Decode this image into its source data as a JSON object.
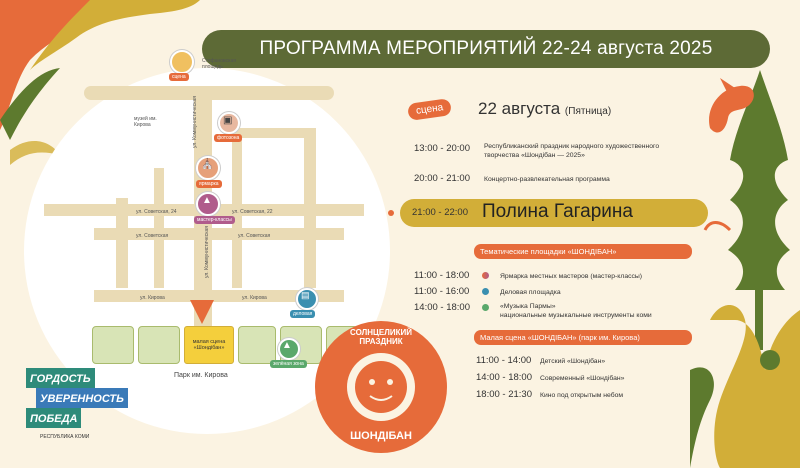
{
  "header": {
    "title": "ПРОГРАММА МЕРОПРИЯТИЙ 22-24 августа 2025"
  },
  "schedule": {
    "scene_tag": "сцена",
    "day": "22 августа",
    "weekday": "(Пятница)",
    "items": [
      {
        "time": "13:00 - 20:00",
        "desc1": "Республиканский праздник народного художественного",
        "desc2": "творчества «Шондiбан — 2025»"
      },
      {
        "time": "20:00 - 21:00",
        "desc1": "Концертно-развлекательная программа"
      }
    ],
    "headliner": {
      "time": "21:00 - 22:00",
      "name": "Полина Гагарина"
    },
    "section1": {
      "title": "Тематические площадки «ШОНДIБАН»",
      "items": [
        {
          "time": "11:00 - 18:00",
          "desc1": "Ярмарка местных мастеров (мастер-классы)",
          "color": "#e66b3a"
        },
        {
          "time": "11:00 - 16:00",
          "desc1": "Деловая площадка",
          "color": "#3a8fb0"
        },
        {
          "time": "14:00 - 18:00",
          "desc1": "«Музыка Пармы»",
          "desc2": "национальные музыкальные инструменты коми",
          "color": "#5aa86b"
        }
      ]
    },
    "section2": {
      "title": "Малая сцена «ШОНДIБАН» (парк им. Кирова)",
      "items": [
        {
          "time": "11:00 - 14:00",
          "desc": "Детский «Шондiбан»"
        },
        {
          "time": "14:00 - 18:00",
          "desc": "Современный «Шондiбан»"
        },
        {
          "time": "18:00 - 21:30",
          "desc": "Кино под открытым небом"
        }
      ]
    }
  },
  "map": {
    "labels": {
      "scene": "сцена",
      "square": "Стефановская площадь",
      "museum": "музей им. Кирова",
      "photo": "фотозона",
      "market": "ярмарка",
      "master": "мастер-классы",
      "business": "деловая",
      "small_scene": "малая сцена «Шондiбан»",
      "green_zone": "зелёная зона",
      "park": "Парк им. Кирова",
      "st_kommunisticheskaya": "ул. Коммунистическая",
      "st_sovetskaya24": "ул. Советская, 24",
      "st_sovetskaya22": "ул. Советская, 22",
      "st_sovetskaya_l": "ул. Советская",
      "st_sovetskaya_r": "ул. Советская",
      "st_kirova_l": "ул. Кирова",
      "st_kirova_r": "ул. Кирова"
    }
  },
  "brand": {
    "line1": "ГОРДОСТЬ",
    "line2": "УВЕРЕННОСТЬ",
    "line3": "ПОБЕДА",
    "region": "РЕСПУБЛИКА КОМИ",
    "festival_top": "СОЛНЦЕЛИКИЙ ПРАЗДНИК",
    "festival_bottom": "ШОНДIБАН"
  },
  "colors": {
    "accent_orange": "#e66b3a",
    "olive": "#5d6a36",
    "gold": "#d2ae38",
    "green": "#5d7a2e",
    "background": "#fbf3e2"
  }
}
